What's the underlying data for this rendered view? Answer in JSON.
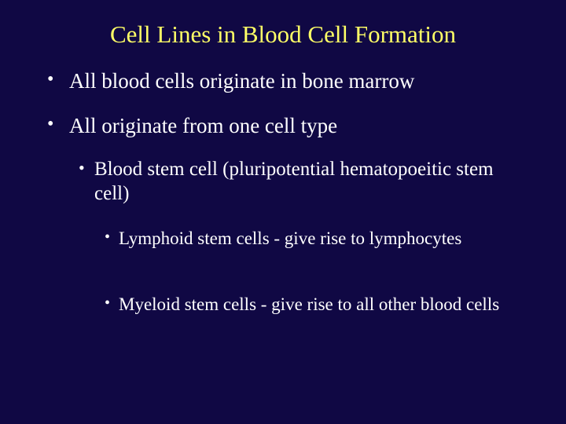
{
  "slide": {
    "title": "Cell Lines in Blood Cell Formation",
    "bullet_glyph": "•",
    "bullets": [
      {
        "text": "All blood cells originate in bone marrow"
      },
      {
        "text": "All originate from one cell type"
      },
      {
        "text": "Blood stem cell (pluripotential hematopoeitic stem cell)"
      },
      {
        "text": "Lymphoid stem cells - give rise to lymphocytes"
      },
      {
        "text": "Myeloid stem cells - give rise to all other blood cells"
      }
    ],
    "colors": {
      "background": "#100844",
      "title": "#ffff66",
      "body_text": "#ffffff"
    }
  }
}
